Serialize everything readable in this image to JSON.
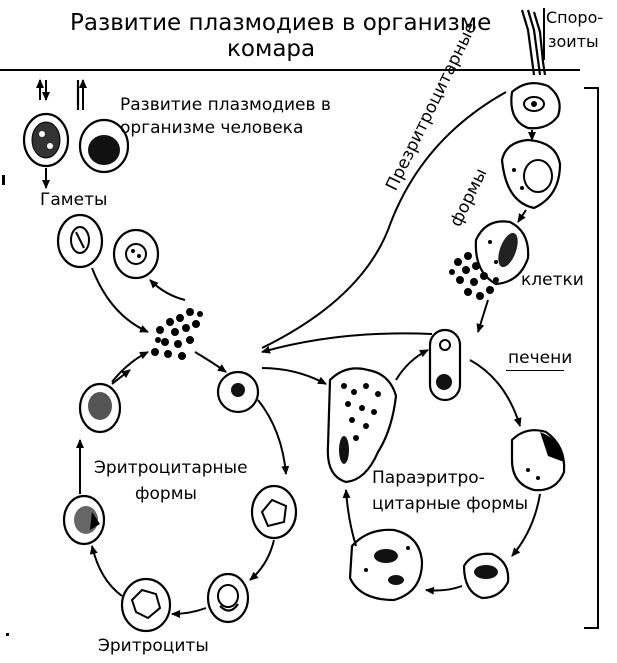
{
  "title": {
    "line1": "Развитие плазмодиев в организме",
    "line2": "комара"
  },
  "labels": {
    "sporozoites_line1": "Споро-",
    "sporozoites_line2": "зоиты",
    "human_dev_line1": "Развитие плазмодиев в",
    "human_dev_line2": "организме человека",
    "gametes": "Гаметы",
    "preerythro_line1": "Презритроцитарные",
    "preerythro_line2": "формы",
    "liver_cells_1": "клетки",
    "liver_cells_2": "печени",
    "erythro_line1": "Эритроцитарные",
    "erythro_line2": "формы",
    "paraerythro_line1": "Параэритро-",
    "paraerythro_line2": "цитарные формы",
    "erythrocytes": "Эритроциты"
  }
}
